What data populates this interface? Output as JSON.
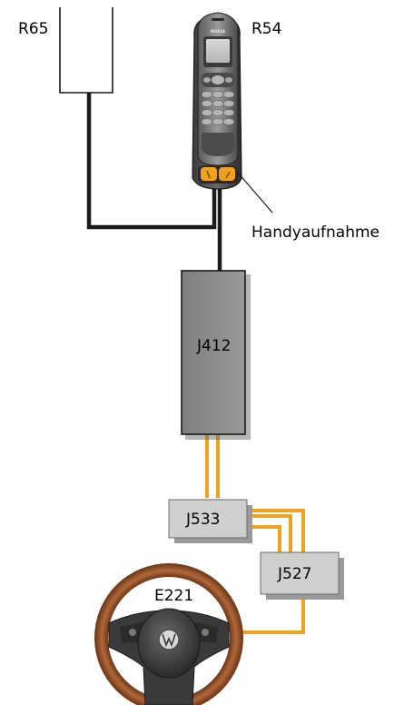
{
  "labels": {
    "r65": "R65",
    "r54": "R54",
    "handyaufnahme": "Handyaufnahme",
    "j412": "J412",
    "j533": "J533",
    "j527": "J527",
    "e221": "E221"
  },
  "phone": {
    "brand": "NOKIA"
  },
  "colors": {
    "orange_wire": "#f0a21e",
    "black_wire": "#1a1a1a",
    "j412_fill": "#8c8c8c",
    "module_fill": "#cfcfcf",
    "module_shadow": "#9a9a9a",
    "wheel_rim": "#8a4a22"
  },
  "icons": {
    "phone": "mobile-phone-icon",
    "steering_wheel": "steering-wheel-icon",
    "vw_logo": "vw-logo-icon"
  }
}
